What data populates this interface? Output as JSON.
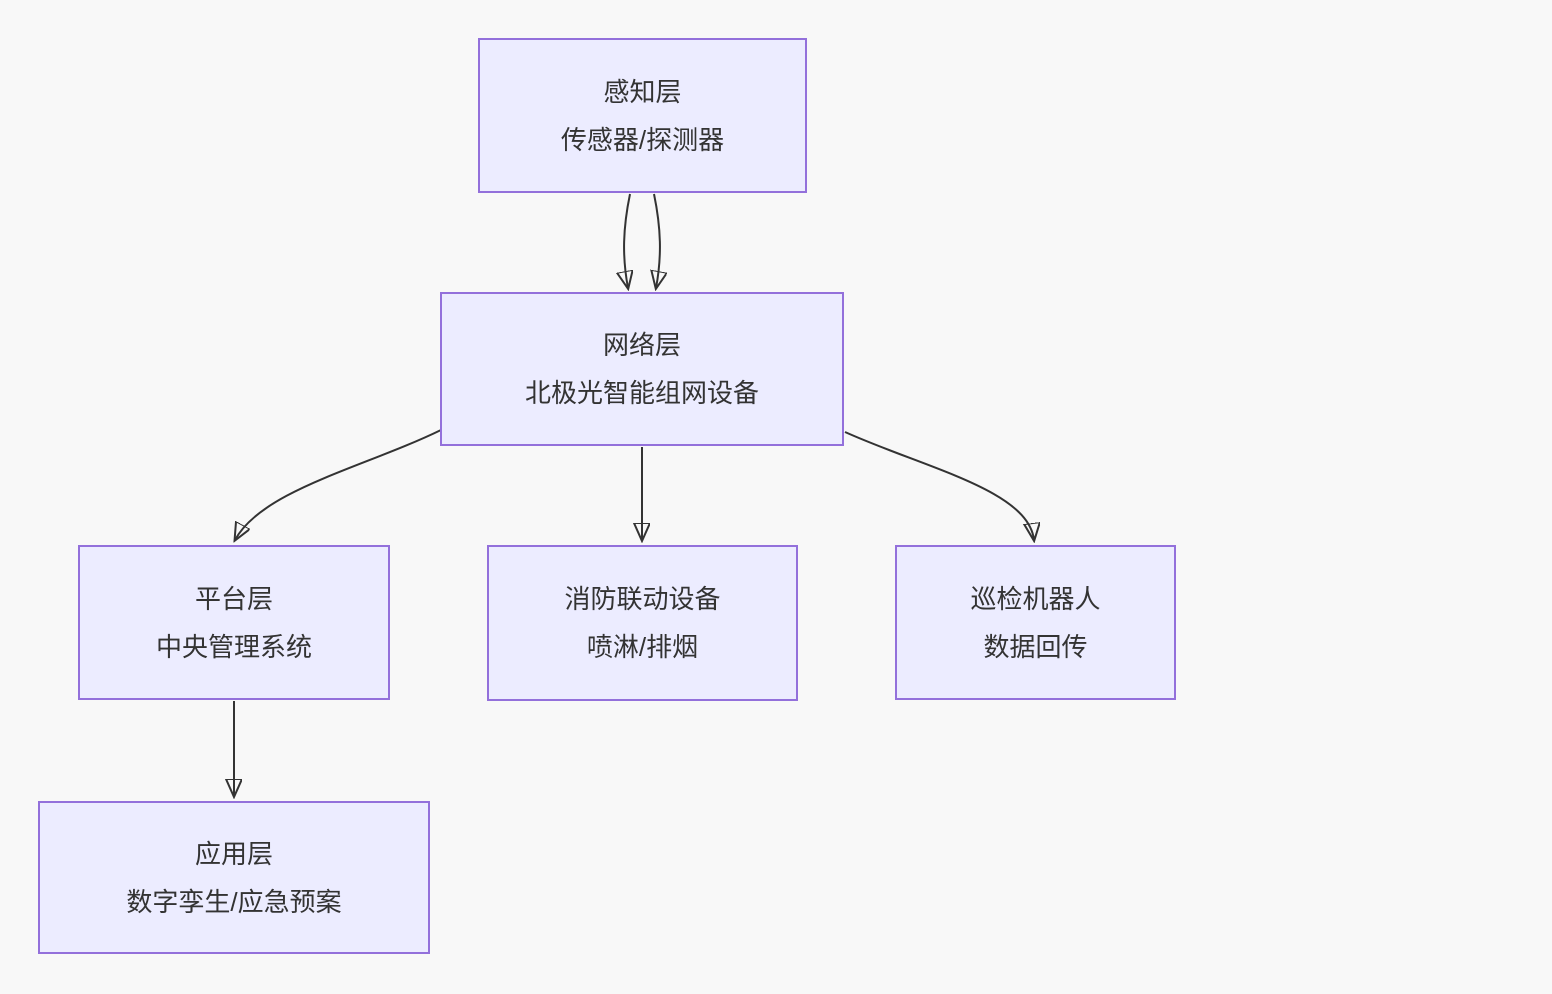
{
  "diagram_type": "flowchart-top-down",
  "colors": {
    "background": "#f8f8f8",
    "node_fill": "#ECECFF",
    "node_border": "#9370DB",
    "edge": "#333333",
    "text": "#333333"
  },
  "nodes": {
    "perception": {
      "line1": "感知层",
      "line2": "传感器/探测器"
    },
    "network": {
      "line1": "网络层",
      "line2": "北极光智能组网设备"
    },
    "platform": {
      "line1": "平台层",
      "line2": "中央管理系统"
    },
    "fire": {
      "line1": "消防联动设备",
      "line2": "喷淋/排烟"
    },
    "robot": {
      "line1": "巡检机器人",
      "line2": "数据回传"
    },
    "application": {
      "line1": "应用层",
      "line2": "数字孪生/应急预案"
    }
  },
  "edges": [
    {
      "from": "感知层",
      "to": "网络层",
      "style": "curved",
      "arrow": "down"
    },
    {
      "from": "感知层",
      "to": "网络层",
      "style": "curved",
      "arrow": "down"
    },
    {
      "from": "网络层",
      "to": "平台层",
      "style": "curved",
      "arrow": "down"
    },
    {
      "from": "网络层",
      "to": "消防联动设备",
      "style": "straight",
      "arrow": "down"
    },
    {
      "from": "网络层",
      "to": "巡检机器人",
      "style": "curved",
      "arrow": "down"
    },
    {
      "from": "平台层",
      "to": "应用层",
      "style": "straight",
      "arrow": "down"
    }
  ]
}
